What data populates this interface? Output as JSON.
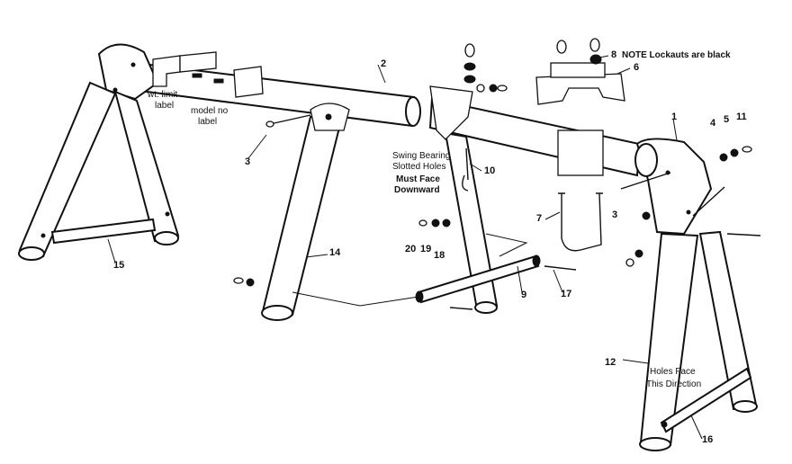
{
  "note": "NOTE  Lockauts are black",
  "part_numbers": {
    "p1": "1",
    "p2": "2",
    "p3a": "3",
    "p3b": "3",
    "p4": "4",
    "p5": "5",
    "p6": "6",
    "p7": "7",
    "p8": "8",
    "p9": "9",
    "p10": "10",
    "p11": "11",
    "p12": "12",
    "p14": "14",
    "p15": "15",
    "p16": "16",
    "p17": "17",
    "p18": "18",
    "p19": "19",
    "p20": "20"
  },
  "labels": {
    "wt_limit_1": "wt. limit",
    "wt_limit_2": "label",
    "model_no_1": "model no",
    "model_no_2": "label",
    "swing_bearing_1": "Swing Bearing",
    "swing_bearing_2": "Slotted Holes",
    "swing_bearing_3": "Must Face",
    "swing_bearing_4": "Downward",
    "holes_face_1": "Holes Face",
    "holes_face_2": "This Direction"
  }
}
